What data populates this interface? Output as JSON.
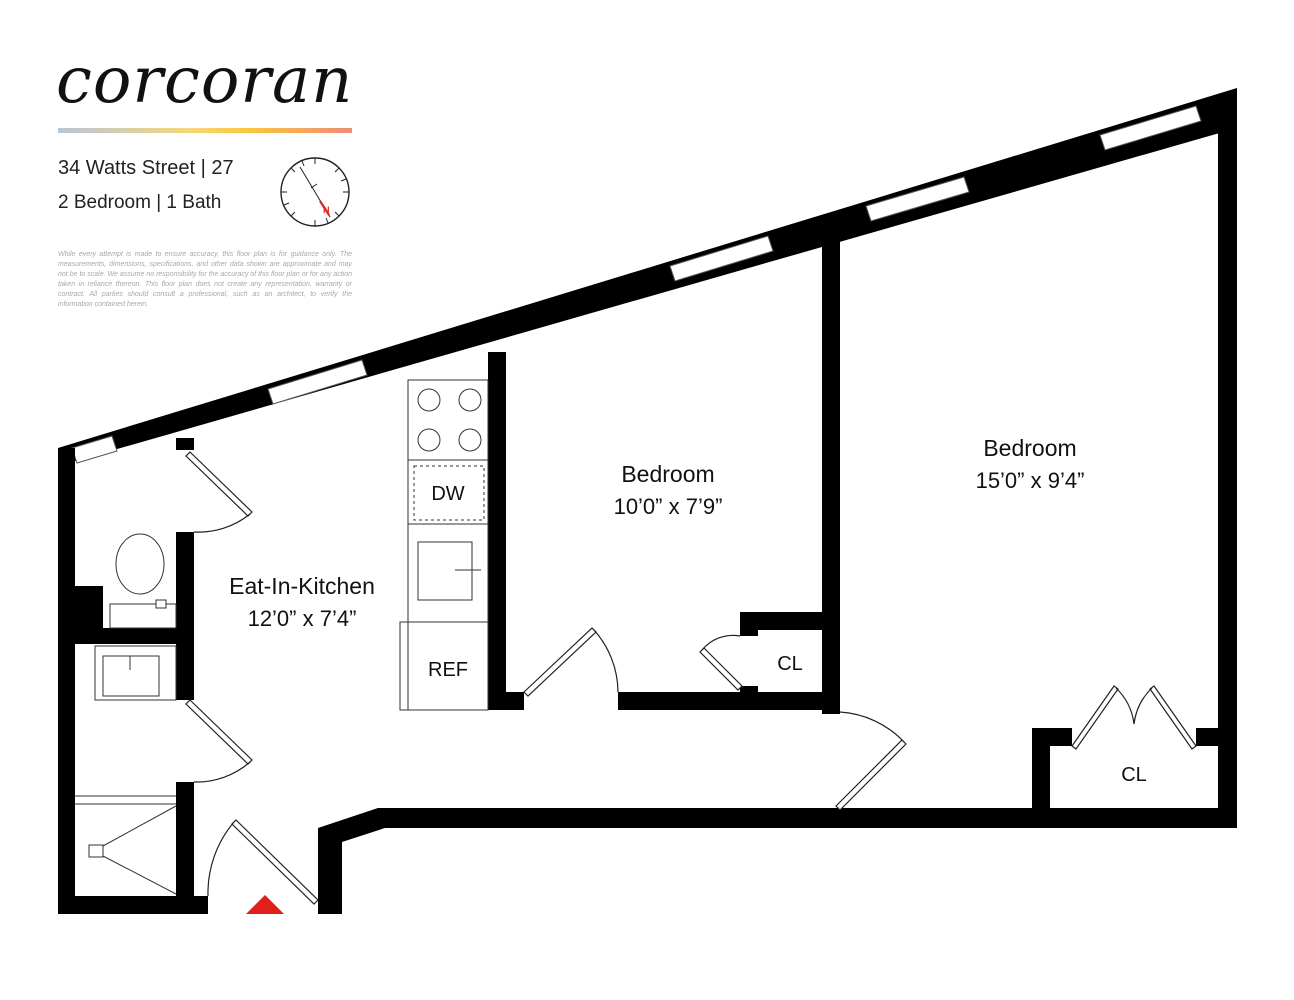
{
  "brand": {
    "logo_text": "corcoran",
    "gradient_colors": [
      "#b9c4db",
      "#f5d77a",
      "#fbc63c",
      "#f08a7a"
    ]
  },
  "listing": {
    "address": "34 Watts Street | 27",
    "summary": "2 Bedroom | 1 Bath"
  },
  "disclaimer": "While every attempt is made to ensure accuracy, this floor plan is for guidance only. The measurements, dimensions, specifications, and other data shown are approximate and may not be to scale. We assume no responsibility for the accuracy of this floor plan or for any action taken in reliance thereon. This floor plan does not create any representation, warranty or contract. All parties should consult a professional, such as an architect, to verify the information contained herein.",
  "compass": {
    "label": "N",
    "needle_color": "#e0201b"
  },
  "rooms": {
    "kitchen": {
      "name": "Eat-In-Kitchen",
      "size": "12’0” x 7’4”"
    },
    "bedroom_1": {
      "name": "Bedroom",
      "size": "10’0” x 7’9”"
    },
    "bedroom_2": {
      "name": "Bedroom",
      "size": "15’0” x 9’4”"
    },
    "closet_1": "CL",
    "closet_2": "CL"
  },
  "fixtures": {
    "dishwasher": "DW",
    "refrigerator": "REF"
  },
  "colors": {
    "wall": "#000000",
    "entry_marker": "#e0201b"
  }
}
